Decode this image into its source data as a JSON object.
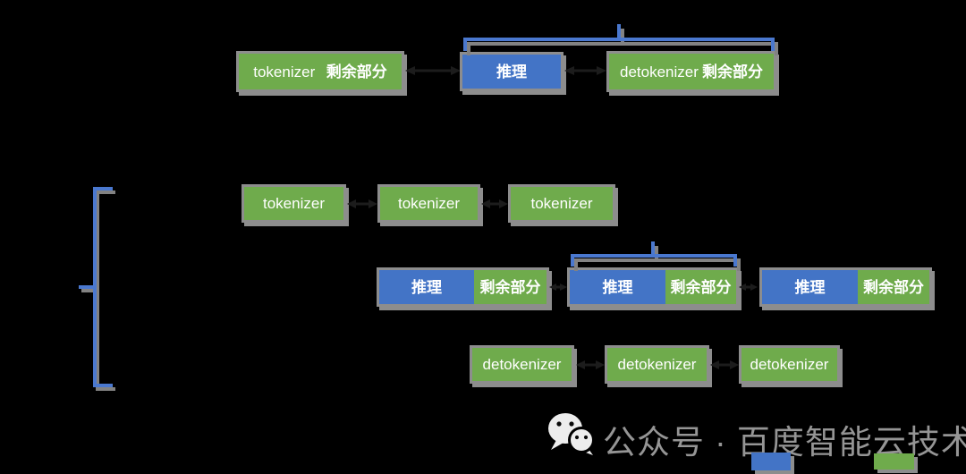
{
  "colors": {
    "background": "#000000",
    "node_green": "#6fab4c",
    "node_blue": "#4374c6",
    "node_border_gray": "#8d8d8d",
    "bracket_blue": "#4a78cf",
    "arrow_black": "#1c1c1c",
    "watermark_gray": "#959595",
    "node_text": "#ffffff"
  },
  "flow_top": {
    "stage1": {
      "label_left": "tokenizer",
      "label_right": "剩余部分"
    },
    "stage2": {
      "label": "推理"
    },
    "stage3": {
      "label_left": "detokenizer",
      "label_right": "剩余部分"
    }
  },
  "pipeline": {
    "tokenizer_row": [
      "tokenizer",
      "tokenizer",
      "tokenizer"
    ],
    "inference_row": [
      {
        "inference": "推理",
        "remainder": "剩余部分"
      },
      {
        "inference": "推理",
        "remainder": "剩余部分"
      },
      {
        "inference": "推理",
        "remainder": "剩余部分"
      }
    ],
    "detokenizer_row": [
      "detokenizer",
      "detokenizer",
      "detokenizer"
    ]
  },
  "brackets": {
    "top": "latency-bracket",
    "middle": "latency-bracket",
    "left": "pipeline-span-bracket"
  },
  "watermark": {
    "icon": "wechat-icon",
    "text": "公众号 · 百度智能云技术站"
  },
  "legend": {
    "items": [
      {
        "icon": "blue-swatch",
        "color": "#4374c6"
      },
      {
        "icon": "green-swatch",
        "color": "#6fab4c"
      }
    ]
  }
}
